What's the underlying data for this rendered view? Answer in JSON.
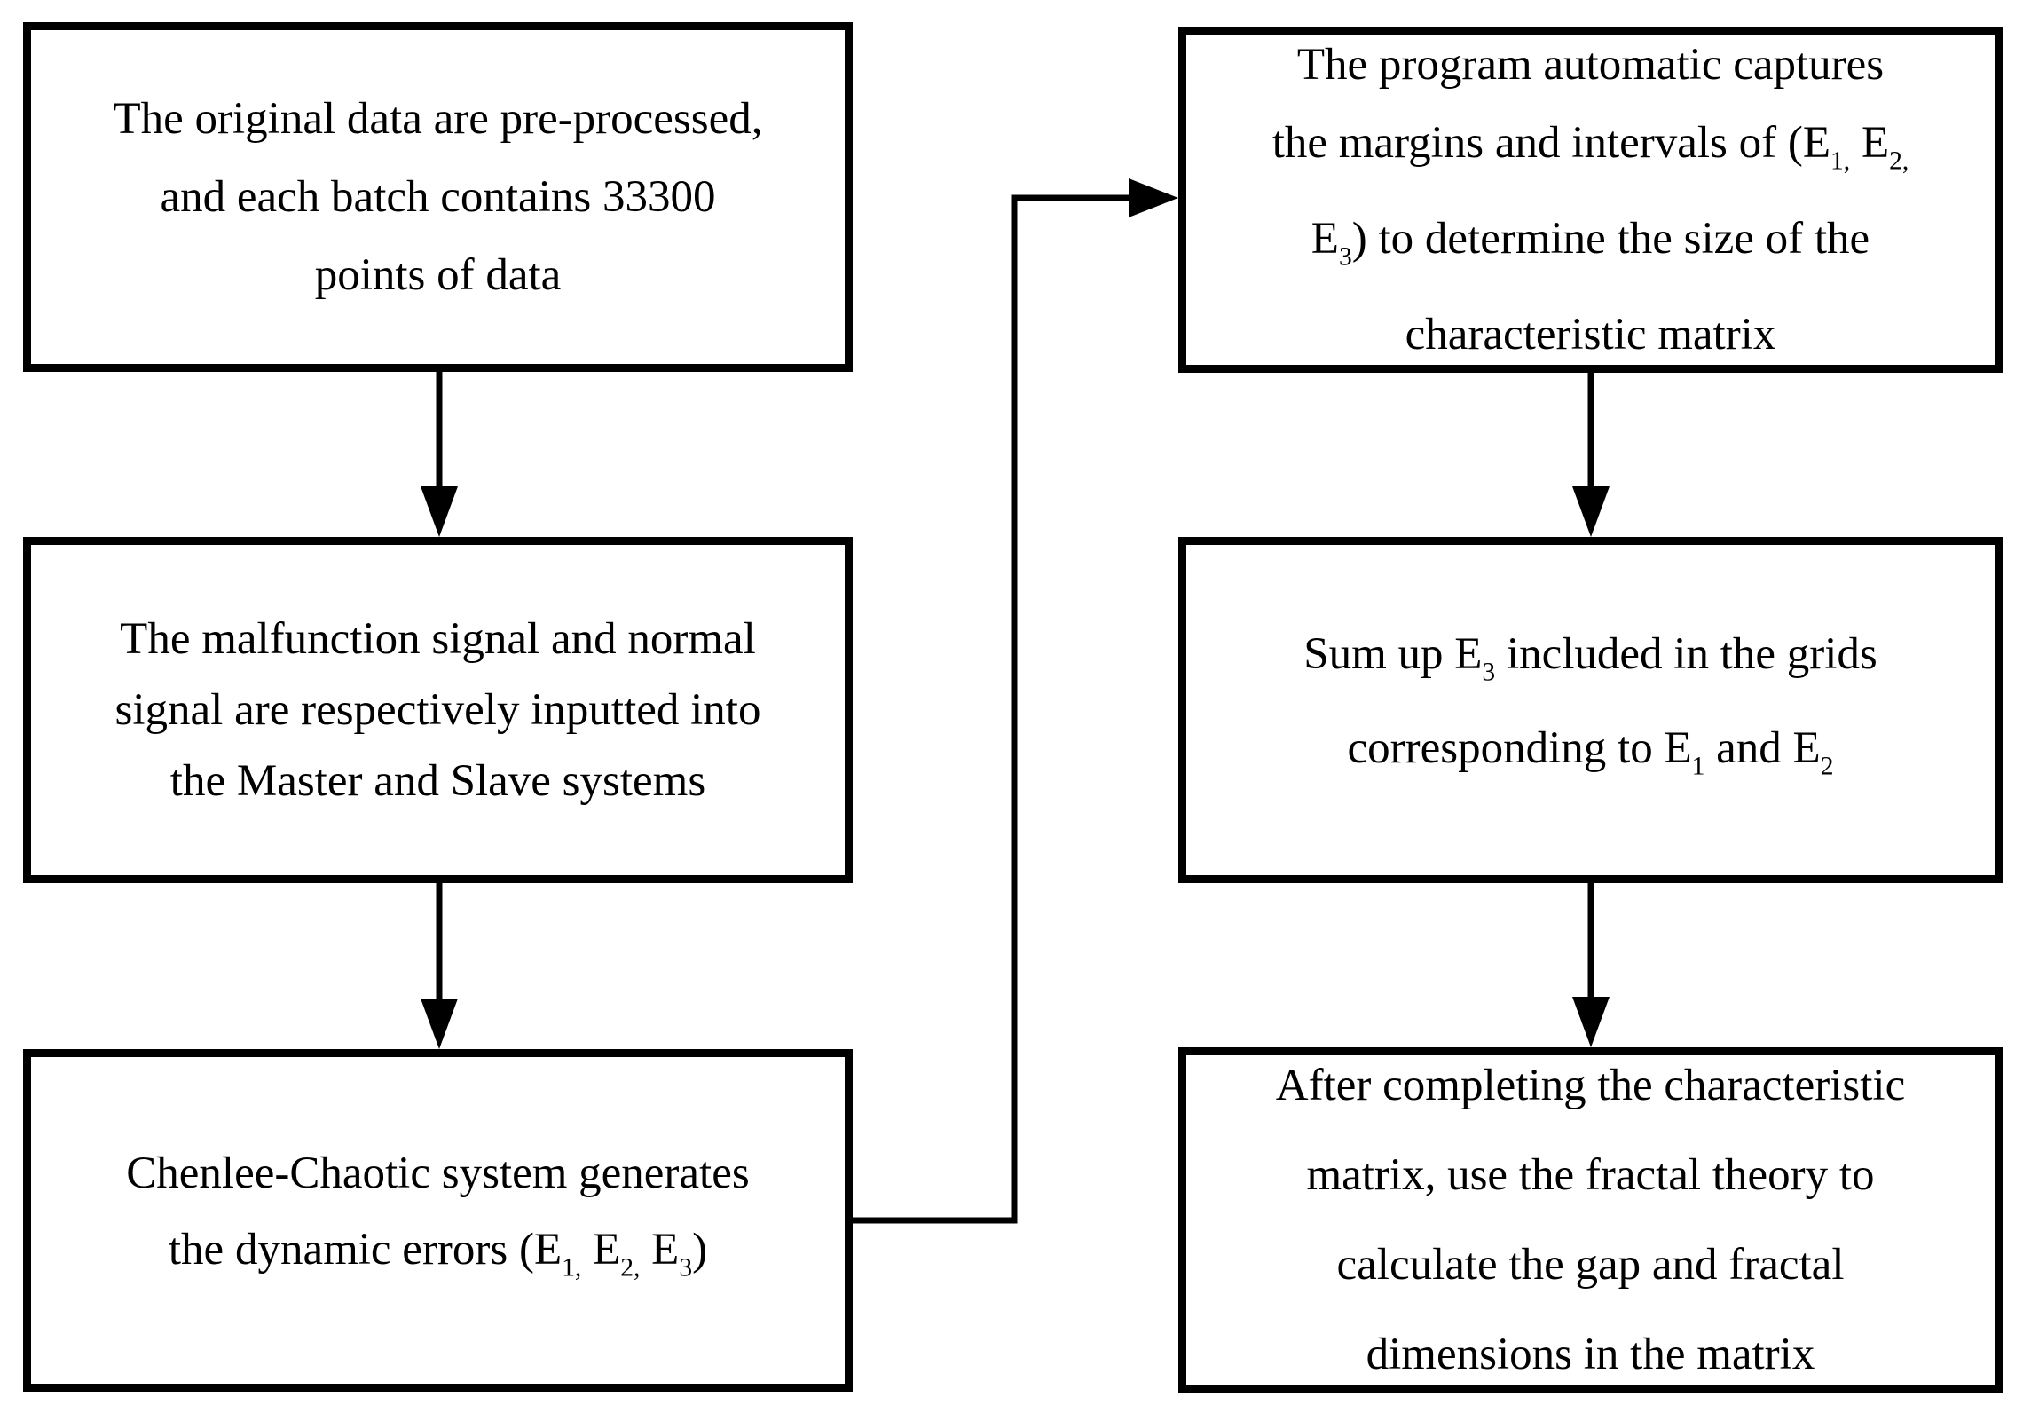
{
  "diagram": {
    "colors": {
      "ink": "#000000",
      "background": "#ffffff"
    },
    "boxes": [
      {
        "id": "box-preprocess",
        "lines": [
          [
            {
              "t": "The original data are pre-processed,"
            }
          ],
          [
            {
              "t": "and each batch contains 33300"
            }
          ],
          [
            {
              "t": "points of data"
            }
          ]
        ]
      },
      {
        "id": "box-signal-input",
        "lines": [
          [
            {
              "t": "The malfunction signal and normal"
            }
          ],
          [
            {
              "t": "signal are respectively inputted into"
            }
          ],
          [
            {
              "t": "the Master and Slave systems"
            }
          ]
        ]
      },
      {
        "id": "box-chenlee-chaotic",
        "lines": [
          [
            {
              "t": "Chenlee-Chaotic system generates"
            }
          ],
          [
            {
              "t": "the dynamic errors (E"
            },
            {
              "t": "1,",
              "sub": true
            },
            {
              "t": " E"
            },
            {
              "t": "2,",
              "sub": true
            },
            {
              "t": " E"
            },
            {
              "t": "3",
              "sub": true
            },
            {
              "t": ")"
            }
          ]
        ]
      },
      {
        "id": "box-capture-margins",
        "lines": [
          [
            {
              "t": "The program automatic captures"
            }
          ],
          [
            {
              "t": "the margins and intervals of (E"
            },
            {
              "t": "1,",
              "sub": true
            },
            {
              "t": " E"
            },
            {
              "t": "2,",
              "sub": true
            }
          ],
          [
            {
              "t": "E"
            },
            {
              "t": "3",
              "sub": true
            },
            {
              "t": ") to determine the size of the"
            }
          ],
          [
            {
              "t": "characteristic matrix"
            }
          ]
        ]
      },
      {
        "id": "box-sum-e3",
        "lines": [
          [
            {
              "t": "Sum up E"
            },
            {
              "t": "3",
              "sub": true
            },
            {
              "t": " included in the grids"
            }
          ],
          [
            {
              "t": "corresponding to E"
            },
            {
              "t": "1",
              "sub": true
            },
            {
              "t": " and E"
            },
            {
              "t": "2",
              "sub": true
            }
          ]
        ]
      },
      {
        "id": "box-fractal-calc",
        "lines": [
          [
            {
              "t": "After completing the characteristic"
            }
          ],
          [
            {
              "t": "matrix, use the fractal theory to"
            }
          ],
          [
            {
              "t": "calculate the gap and fractal"
            }
          ],
          [
            {
              "t": "dimensions in the matrix"
            }
          ]
        ]
      }
    ],
    "connectors": [
      {
        "from": "box-preprocess",
        "to": "box-signal-input",
        "style": "straight-down-arrow"
      },
      {
        "from": "box-signal-input",
        "to": "box-chenlee-chaotic",
        "style": "straight-down-arrow"
      },
      {
        "from": "box-chenlee-chaotic",
        "to": "box-capture-margins",
        "style": "elbow-right-up-right-arrow"
      },
      {
        "from": "box-capture-margins",
        "to": "box-sum-e3",
        "style": "straight-down-arrow"
      },
      {
        "from": "box-sum-e3",
        "to": "box-fractal-calc",
        "style": "straight-down-arrow"
      }
    ]
  }
}
